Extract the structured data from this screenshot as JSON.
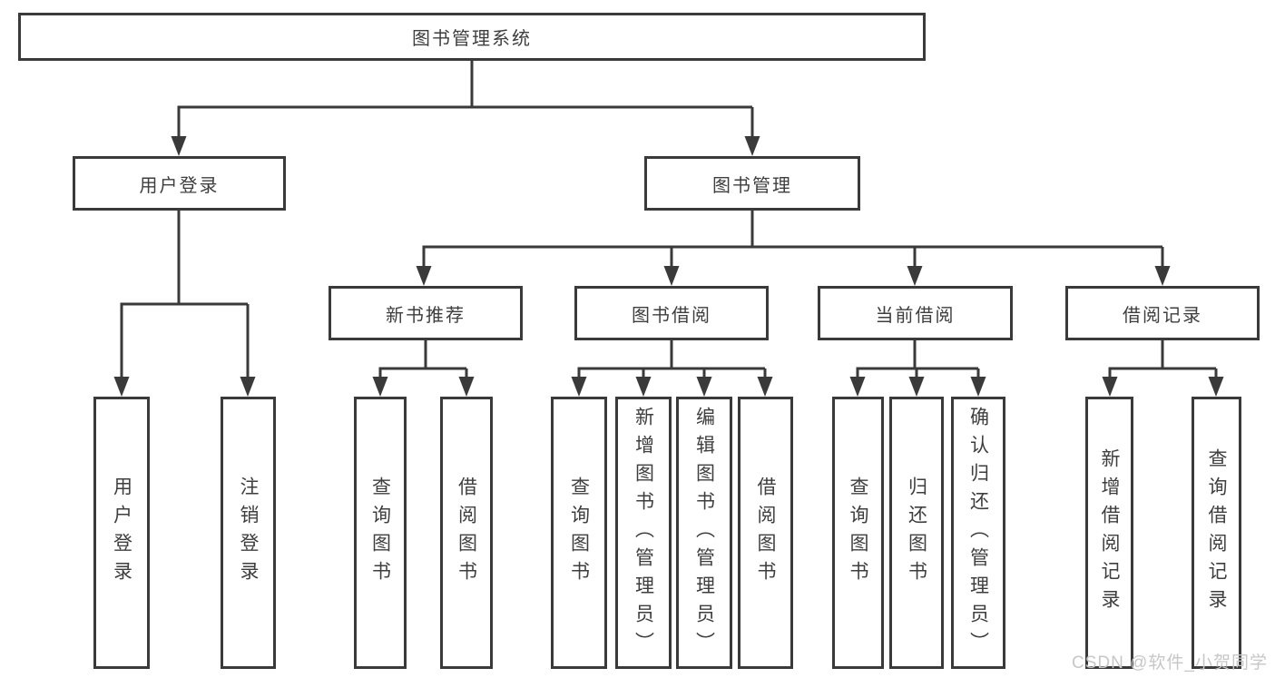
{
  "diagram": {
    "root": {
      "label": "图书管理系统",
      "children": [
        {
          "label": "用户登录",
          "children": [
            {
              "label": "用户登录"
            },
            {
              "label": "注销登录"
            }
          ]
        },
        {
          "label": "图书管理",
          "children": [
            {
              "label": "新书推荐",
              "children": [
                {
                  "label": "查询图书"
                },
                {
                  "label": "借阅图书"
                }
              ]
            },
            {
              "label": "图书借阅",
              "children": [
                {
                  "label": "查询图书"
                },
                {
                  "label": "新增图书（管理员）"
                },
                {
                  "label": "编辑图书（管理员）"
                },
                {
                  "label": "借阅图书"
                }
              ]
            },
            {
              "label": "当前借阅",
              "children": [
                {
                  "label": "查询图书"
                },
                {
                  "label": "归还图书"
                },
                {
                  "label": "确认归还（管理员）"
                }
              ]
            },
            {
              "label": "借阅记录",
              "children": [
                {
                  "label": "新增借阅记录"
                },
                {
                  "label": "查询借阅记录"
                }
              ]
            }
          ]
        }
      ]
    },
    "colors": {
      "line": "#3a3a3a",
      "text": "#3e3e3e",
      "background": "#ffffff",
      "watermark": "#c7c7c7"
    }
  },
  "watermark": {
    "text": "CSDN @软件_小贺同学"
  }
}
